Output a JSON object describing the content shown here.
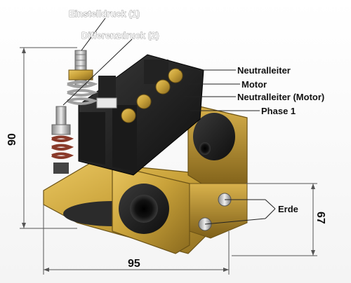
{
  "labels": {
    "einstelldruck": "Einstelldruck (1)",
    "differenzdruck": "Differenzdruck (2)",
    "neutralleiter": "Neutralleiter",
    "motor": "Motor",
    "neutralleiter_motor": "Neutralleiter (Motor)",
    "phase1": "Phase 1",
    "erde": "Erde"
  },
  "dimensions": {
    "height": "90",
    "width": "95",
    "depth": "67"
  },
  "colors": {
    "metal_gold": "#c9a23a",
    "metal_dark": "#8a6a1e",
    "plastic_black": "#1b1b1b",
    "line": "#555555"
  }
}
